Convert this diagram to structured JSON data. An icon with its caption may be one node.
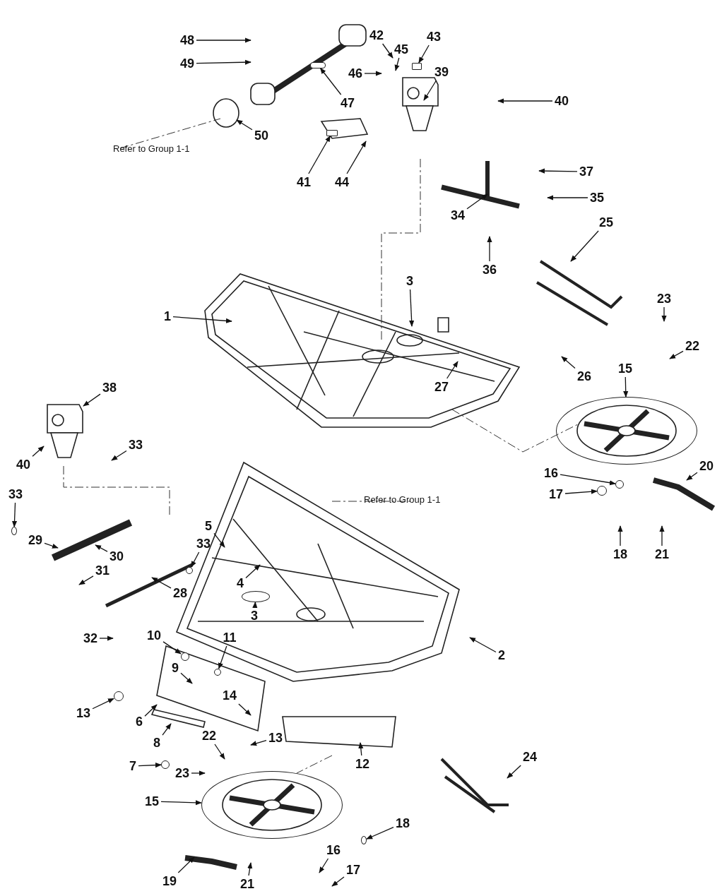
{
  "diagram": {
    "nodes": [
      {
        "text": [
          "48"
        ]
      },
      {
        "text": [
          "49"
        ]
      },
      {
        "text": [
          "42"
        ]
      },
      {
        "text": [
          "43"
        ]
      },
      {
        "text": [
          "45"
        ]
      },
      {
        "text": [
          "46"
        ]
      },
      {
        "text": [
          "39"
        ]
      },
      {
        "text": [
          "47"
        ]
      },
      {
        "text": [
          "40"
        ]
      },
      {
        "text": [
          "50"
        ]
      },
      {
        "text": [
          "41"
        ]
      },
      {
        "text": [
          "44"
        ]
      },
      {
        "text": [
          "37"
        ]
      },
      {
        "text": [
          "35"
        ]
      },
      {
        "text": [
          "34"
        ]
      },
      {
        "text": [
          "36"
        ]
      },
      {
        "text": [
          "25"
        ]
      },
      {
        "text": [
          "3"
        ]
      },
      {
        "text": [
          "1"
        ]
      },
      {
        "text": [
          "23"
        ]
      },
      {
        "text": [
          "22"
        ]
      },
      {
        "text": [
          "15"
        ]
      },
      {
        "text": [
          "26"
        ]
      },
      {
        "text": [
          "27"
        ]
      },
      {
        "text": [
          "38"
        ]
      },
      {
        "text": [
          "33"
        ]
      },
      {
        "text": [
          "40"
        ]
      },
      {
        "text": [
          "20"
        ]
      },
      {
        "text": [
          "16"
        ]
      },
      {
        "text": [
          "17"
        ]
      },
      {
        "text": [
          "33"
        ]
      },
      {
        "text": [
          "5"
        ]
      },
      {
        "text": [
          "29"
        ]
      },
      {
        "text": [
          "33"
        ]
      },
      {
        "text": [
          "18"
        ]
      },
      {
        "text": [
          "21"
        ]
      },
      {
        "text": [
          "30"
        ]
      },
      {
        "text": [
          "31"
        ]
      },
      {
        "text": [
          "4"
        ]
      },
      {
        "text": [
          "28"
        ]
      },
      {
        "text": [
          "3"
        ]
      },
      {
        "text": [
          "32"
        ]
      },
      {
        "text": [
          "10"
        ]
      },
      {
        "text": [
          "2"
        ]
      },
      {
        "text": [
          "11"
        ]
      },
      {
        "text": [
          "9"
        ]
      },
      {
        "text": [
          "13"
        ]
      },
      {
        "text": [
          "14"
        ]
      },
      {
        "text": [
          "6"
        ]
      },
      {
        "text": [
          "8"
        ]
      },
      {
        "text": [
          "13"
        ]
      },
      {
        "text": [
          "22"
        ]
      },
      {
        "text": [
          "12"
        ]
      },
      {
        "text": [
          "24"
        ]
      },
      {
        "text": [
          "7"
        ]
      },
      {
        "text": [
          "23"
        ]
      },
      {
        "text": [
          "15"
        ]
      },
      {
        "text": [
          "18"
        ]
      },
      {
        "text": [
          "16"
        ]
      },
      {
        "text": [
          "19"
        ]
      },
      {
        "text": [
          "21"
        ]
      },
      {
        "text": [
          "17"
        ]
      },
      {
        "text": [],
        "shape": "box"
      },
      {
        "text": [],
        "shape": "bar"
      },
      {
        "text": [],
        "shape": "box"
      },
      {
        "text": [],
        "shape": "circle"
      },
      {
        "text": [],
        "shape": "circle"
      },
      {
        "text": [],
        "shape": "circle"
      },
      {
        "text": [],
        "shape": "circle"
      },
      {
        "text": [],
        "shape": "circle"
      },
      {
        "text": [],
        "shape": "circle"
      },
      {
        "text": [],
        "shape": "circle"
      },
      {
        "text": [],
        "shape": "circle"
      },
      {
        "text": [],
        "shape": "circle"
      },
      {
        "text": [],
        "shape": "circle"
      },
      {
        "text": [],
        "shape": "circle"
      },
      {
        "text": [],
        "shape": "circle"
      }
    ],
    "edges": [
      {
        "from": 0,
        "to": null,
        "arrow": "to"
      },
      {
        "from": 1,
        "to": null,
        "arrow": "to"
      },
      {
        "from": 2,
        "to": null,
        "arrow": "to"
      },
      {
        "from": 3,
        "to": 62,
        "arrow": "to"
      },
      {
        "from": 4,
        "to": null,
        "arrow": "to"
      },
      {
        "from": 5,
        "to": null,
        "arrow": "to"
      },
      {
        "from": 6,
        "to": null,
        "arrow": "to"
      },
      {
        "from": 7,
        "to": 63,
        "arrow": "to"
      },
      {
        "from": 8,
        "to": null,
        "arrow": "to"
      },
      {
        "from": 9,
        "to": null,
        "arrow": "to"
      },
      {
        "from": 10,
        "to": 64,
        "arrow": "to"
      },
      {
        "from": 11,
        "to": null,
        "arrow": "to"
      },
      {
        "from": 12,
        "to": null,
        "arrow": "to"
      },
      {
        "from": 13,
        "to": null,
        "arrow": "to"
      },
      {
        "from": 14,
        "to": null,
        "arrow": "to"
      },
      {
        "from": 15,
        "to": null,
        "arrow": "to"
      },
      {
        "from": 16,
        "to": null,
        "arrow": "to"
      },
      {
        "from": 17,
        "to": null,
        "arrow": "to"
      },
      {
        "from": 18,
        "to": null,
        "arrow": "to"
      },
      {
        "from": 19,
        "to": null,
        "arrow": "to"
      },
      {
        "from": 20,
        "to": null,
        "arrow": "to"
      },
      {
        "from": 21,
        "to": 72,
        "arrow": "to"
      },
      {
        "from": 22,
        "to": null,
        "arrow": "to"
      },
      {
        "from": 23,
        "to": null,
        "arrow": "to"
      },
      {
        "from": 24,
        "to": null,
        "arrow": "to"
      },
      {
        "from": 25,
        "to": null,
        "arrow": "to"
      },
      {
        "from": 26,
        "to": null,
        "arrow": "to"
      },
      {
        "from": 27,
        "to": null,
        "arrow": "to"
      },
      {
        "from": 28,
        "to": 75,
        "arrow": "to"
      },
      {
        "from": 29,
        "to": 76,
        "arrow": "to"
      },
      {
        "from": 30,
        "to": 65,
        "arrow": "to"
      },
      {
        "from": 31,
        "to": null,
        "arrow": "to"
      },
      {
        "from": 32,
        "to": null,
        "arrow": "to"
      },
      {
        "from": 33,
        "to": 66,
        "arrow": "to"
      },
      {
        "from": 34,
        "to": null,
        "arrow": "to"
      },
      {
        "from": 35,
        "to": null,
        "arrow": "to"
      },
      {
        "from": 36,
        "to": null,
        "arrow": "to"
      },
      {
        "from": 37,
        "to": null,
        "arrow": "to"
      },
      {
        "from": 38,
        "to": null,
        "arrow": "to"
      },
      {
        "from": 39,
        "to": null,
        "arrow": "to"
      },
      {
        "from": 40,
        "to": 67,
        "arrow": "to"
      },
      {
        "from": 41,
        "to": null,
        "arrow": "to"
      },
      {
        "from": 42,
        "to": 68,
        "arrow": "to"
      },
      {
        "from": 43,
        "to": null,
        "arrow": "to"
      },
      {
        "from": 44,
        "to": 69,
        "arrow": "to"
      },
      {
        "from": 45,
        "to": null,
        "arrow": "to"
      },
      {
        "from": 46,
        "to": 70,
        "arrow": "to"
      },
      {
        "from": 47,
        "to": null,
        "arrow": "to"
      },
      {
        "from": 48,
        "to": null,
        "arrow": "to"
      },
      {
        "from": 49,
        "to": null,
        "arrow": "to"
      },
      {
        "from": 50,
        "to": null,
        "arrow": "to"
      },
      {
        "from": 51,
        "to": null,
        "arrow": "to"
      },
      {
        "from": 52,
        "to": null,
        "arrow": "to"
      },
      {
        "from": 53,
        "to": null,
        "arrow": "to"
      },
      {
        "from": 54,
        "to": 71,
        "arrow": "to"
      },
      {
        "from": 55,
        "to": null,
        "arrow": "to"
      },
      {
        "from": 56,
        "to": 73,
        "arrow": "to"
      },
      {
        "from": 57,
        "to": 74,
        "arrow": "to"
      },
      {
        "from": 58,
        "to": null,
        "arrow": "to"
      },
      {
        "from": 59,
        "to": null,
        "arrow": "to"
      },
      {
        "from": 60,
        "to": null,
        "arrow": "to"
      },
      {
        "from": 61,
        "to": null,
        "arrow": "to"
      }
    ],
    "labels": [
      "Refer to Group 1-1",
      "Refer to Group 1-1"
    ]
  }
}
